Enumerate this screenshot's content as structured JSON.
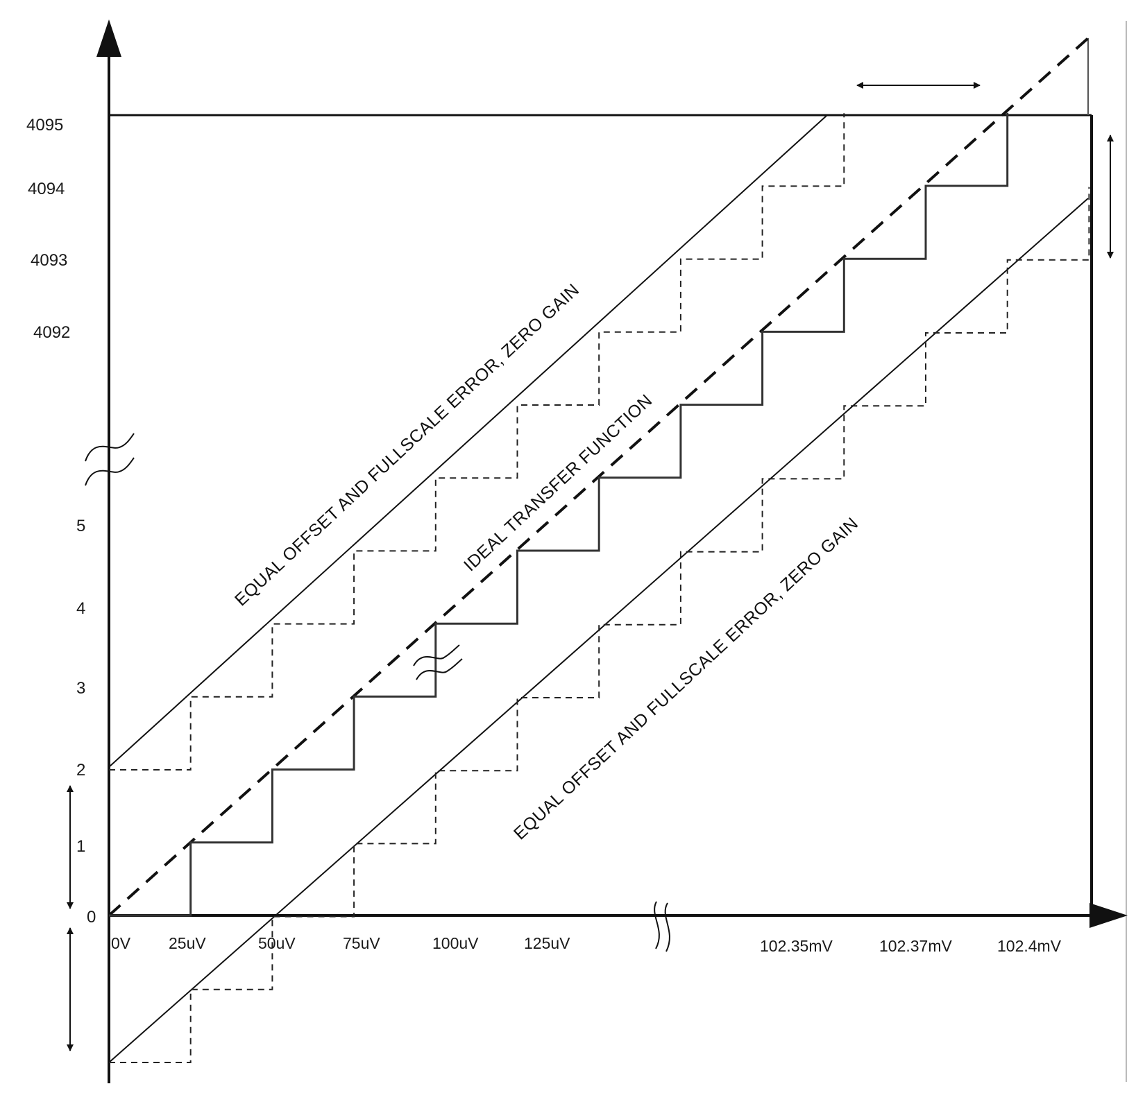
{
  "y_labels": [
    "4095",
    "4094",
    "4093",
    "4092",
    "5",
    "4",
    "3",
    "2",
    "1",
    "0"
  ],
  "x_labels": [
    "0V",
    "25uV",
    "50uV",
    "75uV",
    "100uV",
    "125uV",
    "102.35mV",
    "102.37mV",
    "102.4mV"
  ],
  "annotations": {
    "upper": "EQUAL OFFSET AND FULLSCALE ERROR, ZERO GAIN",
    "ideal": "IDEAL TRANSFER FUNCTION",
    "lower": "EQUAL OFFSET AND FULLSCALE ERROR, ZERO GAIN"
  },
  "colors": {
    "line": "#111111",
    "frame_right": "#bbbbbb"
  }
}
